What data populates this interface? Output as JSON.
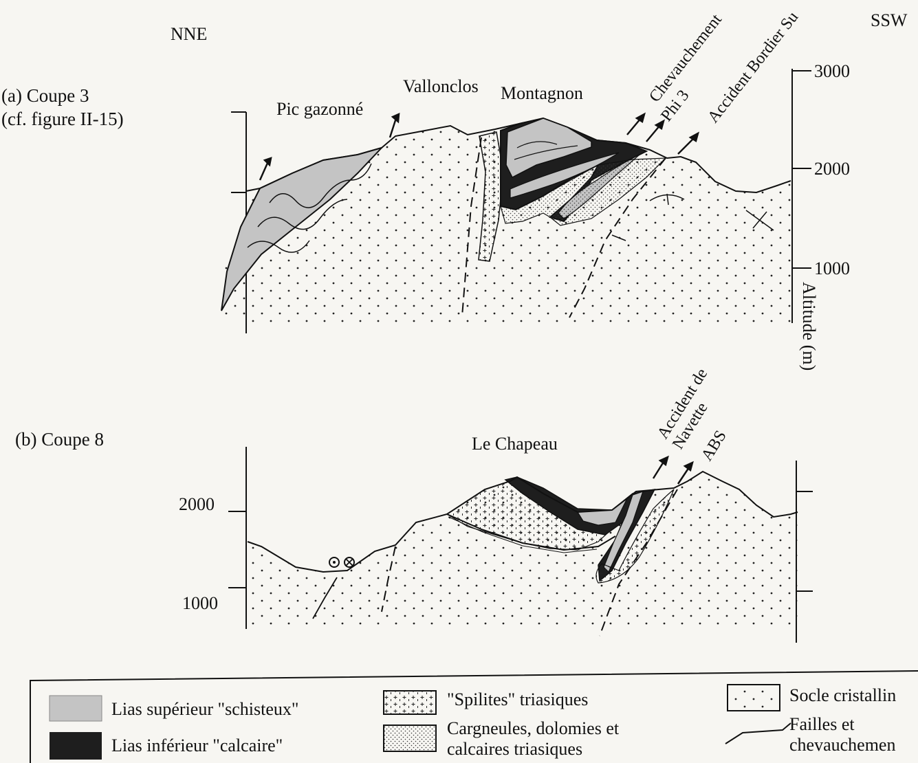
{
  "orientation": {
    "left": "NNE",
    "right": "SSW"
  },
  "section_a": {
    "title_line1": "(a) Coupe 3",
    "title_line2": "(cf. figure II-15)",
    "labels": {
      "pic_gazonne": "Pic gazonné",
      "vallonclos": "Vallonclos",
      "montagnon": "Montagnon",
      "chevauchement": "Chevauchement",
      "phi3": "Phi 3",
      "accident_bordier": "Accident Bordier Su"
    },
    "axis": {
      "ticks": [
        "3000",
        "2000",
        "1000"
      ],
      "label": "Altitude (m)"
    }
  },
  "section_b": {
    "title": "(b) Coupe 8",
    "labels": {
      "le_chapeau": "Le Chapeau",
      "accident_de": "Accident de",
      "navette": "Navette",
      "abs": "ABS"
    },
    "axis": {
      "ticks": [
        "2000",
        "1000"
      ]
    }
  },
  "legend": {
    "items": [
      {
        "id": "lias_sup",
        "label": "Lias supérieur \"schisteux\""
      },
      {
        "id": "lias_inf",
        "label": "Lias inférieur \"calcaire\""
      },
      {
        "id": "spilites",
        "label": "\"Spilites\" triasiques"
      },
      {
        "id": "cargneules",
        "line1": "Cargneules, dolomies et",
        "line2": "calcaires triasiques"
      },
      {
        "id": "socle",
        "label": "Socle cristallin"
      },
      {
        "id": "failles",
        "line1": "Failles et",
        "line2": "chevauchemen"
      }
    ]
  },
  "colors": {
    "lias_superieur": "#c4c4c4",
    "lias_inferieur": "#1e1e1e",
    "line": "#111111",
    "background": "#f7f6f2"
  }
}
